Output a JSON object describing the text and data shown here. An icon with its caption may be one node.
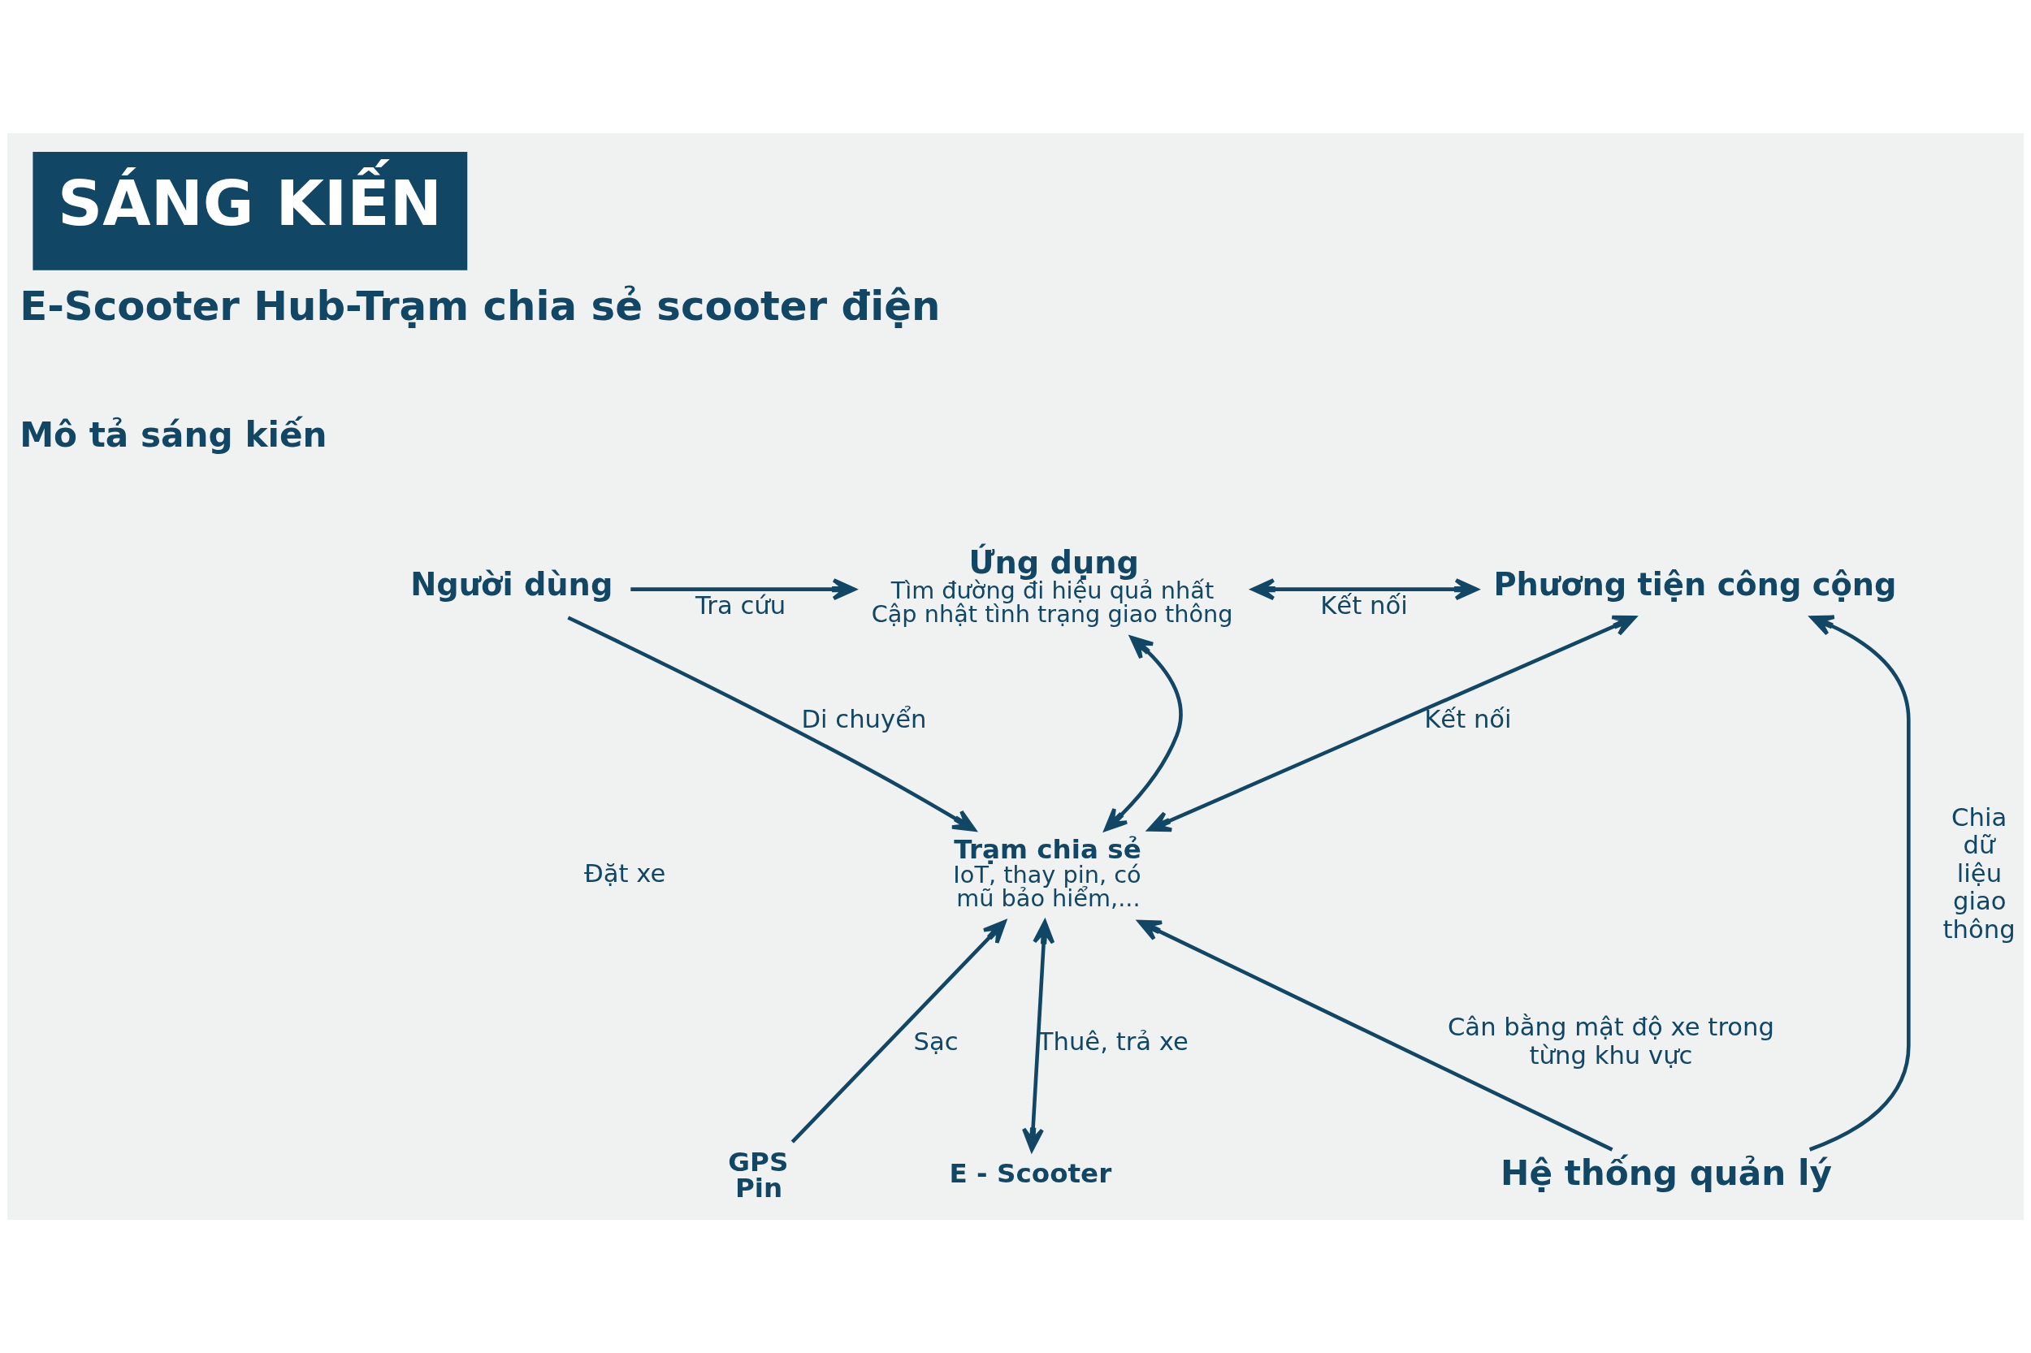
{
  "diagram": {
    "title": "SÁNG KIẾN",
    "nodes": [
      {
        "text": [
          "Người dùng"
        ]
      },
      {
        "text": [
          "Ứng dụng",
          "Tìm đường đi hiệu quả nhất",
          "Cập nhật tình trạng giao thông"
        ]
      },
      {
        "text": [
          "Phương tiện công cộng"
        ]
      },
      {
        "text": [
          "Trạm chia sẻ",
          "IoT, thay pin, có mũ bảo hiểm,..."
        ]
      },
      {
        "text": [
          "GPS",
          "Pin"
        ]
      },
      {
        "text": [
          "E - Scooter"
        ]
      },
      {
        "text": [
          "Hệ thống quản lý"
        ]
      }
    ],
    "edges": [
      {
        "from": 0,
        "to": 1,
        "arrow": "to",
        "label": "Tra cứu"
      },
      {
        "from": 0,
        "to": 3,
        "arrow": "to",
        "label": "Di chuyển"
      },
      {
        "from": 1,
        "to": 2,
        "arrow": "both",
        "label": "Kết nối"
      },
      {
        "from": 3,
        "to": 1,
        "arrow": "both"
      },
      {
        "from": 3,
        "to": 2,
        "arrow": "both",
        "label": "Kết nối"
      },
      {
        "from": 4,
        "to": 3,
        "arrow": "to",
        "label": "Sạc"
      },
      {
        "from": 5,
        "to": 3,
        "arrow": "both",
        "label": "Thuê, trả xe"
      },
      {
        "from": 6,
        "to": 3,
        "arrow": "to",
        "label": "Cân bằng mật độ xe trong từng khu vực"
      },
      {
        "from": 6,
        "to": 2,
        "arrow": "to",
        "label": "Chia dữ liệu giao thông"
      }
    ],
    "labels": [
      "E-Scooter Hub-Trạm chia sẻ scooter điện",
      "Mô tả sáng kiến",
      "Đặt xe"
    ]
  }
}
